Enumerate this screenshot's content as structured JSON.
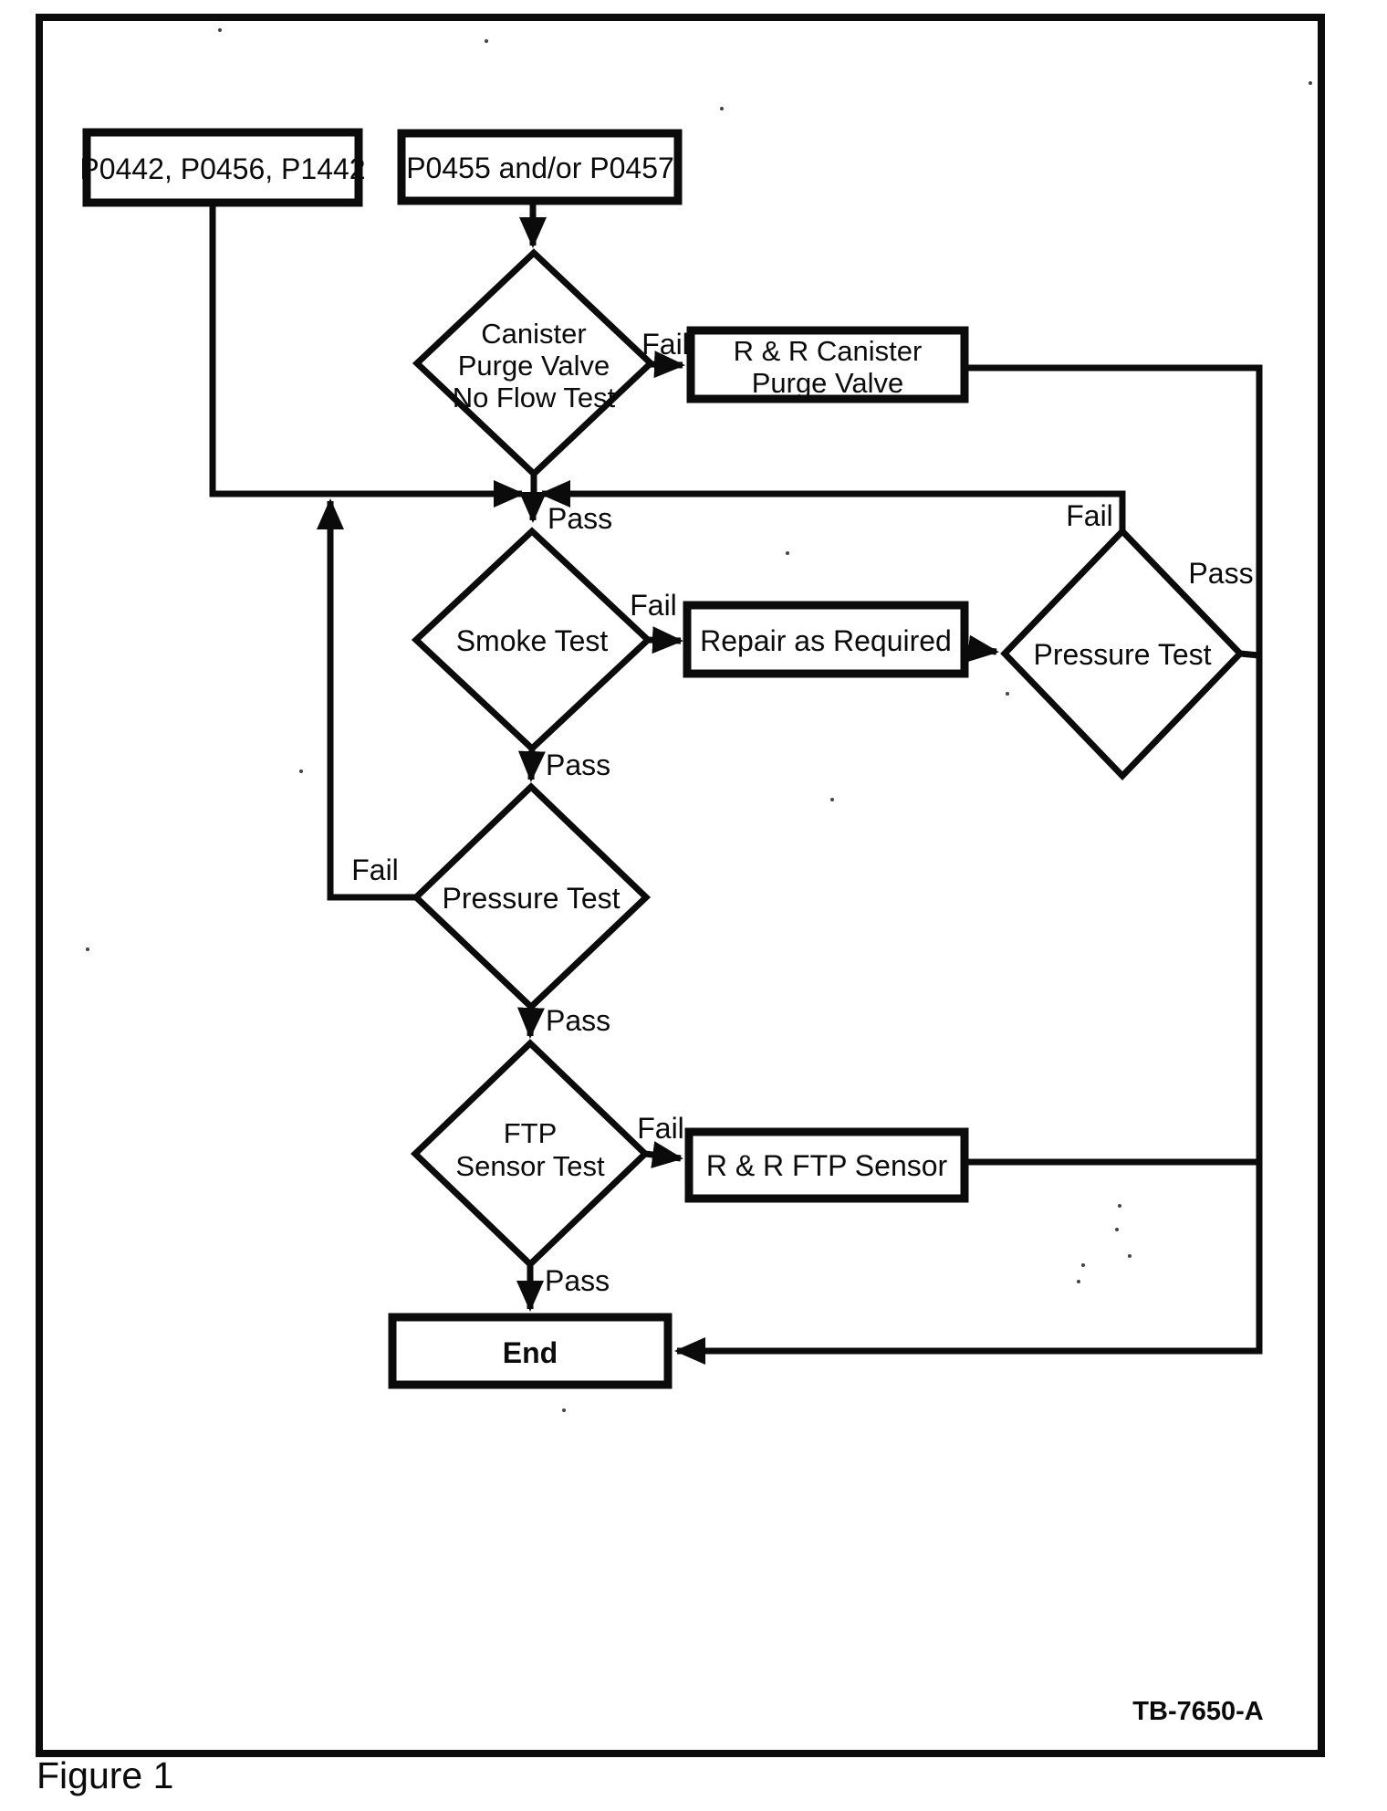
{
  "figure": {
    "caption": "Figure 1",
    "reference": "TB-7650-A"
  },
  "nodes": {
    "start_left": {
      "label": "P0442, P0456, P1442"
    },
    "start_right": {
      "label": "P0455 and/or P0457"
    },
    "canister_test": {
      "line1": "Canister",
      "line2": "Purge Valve",
      "line3": "No Flow Test"
    },
    "rr_canister": {
      "line1": "R & R Canister",
      "line2": "Purge Valve"
    },
    "smoke_test": {
      "label": "Smoke Test"
    },
    "repair": {
      "label": "Repair as Required"
    },
    "pressure_right": {
      "label": "Pressure Test"
    },
    "pressure_left": {
      "label": "Pressure Test"
    },
    "ftp_test": {
      "line1": "FTP",
      "line2": "Sensor Test"
    },
    "rr_ftp": {
      "label": "R & R FTP Sensor"
    },
    "end": {
      "label": "End"
    }
  },
  "labels": {
    "canister_fail": "Fail",
    "canister_pass": "Pass",
    "smoke_fail": "Fail",
    "smoke_pass": "Pass",
    "pressure_right_fail": "Fail",
    "pressure_right_pass": "Pass",
    "pressure_left_fail": "Fail",
    "pressure_left_pass": "Pass",
    "ftp_fail": "Fail",
    "ftp_pass": "Pass"
  },
  "colors": {
    "ink": "#0b0b0b",
    "paper": "#ffffff"
  }
}
